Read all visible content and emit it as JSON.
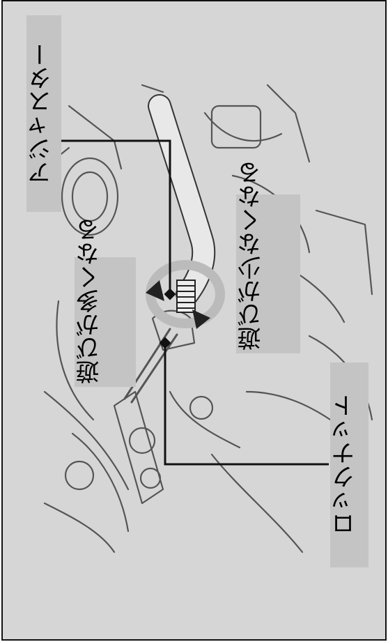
{
  "labels": {
    "adjuster": "アジャスター",
    "more_play": "遊びが多くなる",
    "less_play": "遊びが少なくなる",
    "lock_nut": "ロックナット"
  },
  "colors": {
    "background": "#d6d6d6",
    "label_background": "#c4c4c4",
    "line": "#111111",
    "arrow": "#222222"
  }
}
